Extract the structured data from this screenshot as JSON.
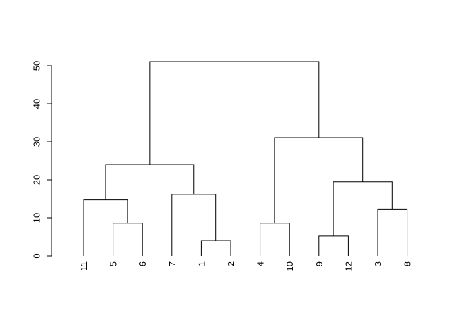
{
  "chart_data": {
    "type": "dendrogram",
    "title": "",
    "xlabel": "",
    "ylabel": "",
    "ylim": [
      0,
      50
    ],
    "y_ticks": [
      0,
      10,
      20,
      30,
      40,
      50
    ],
    "leaf_order": [
      "11",
      "5",
      "6",
      "7",
      "1",
      "2",
      "4",
      "10",
      "9",
      "12",
      "3",
      "8"
    ],
    "merges": [
      {
        "left": "1",
        "right": "2",
        "height": 4
      },
      {
        "left": "9",
        "right": "12",
        "height": 5.3
      },
      {
        "left": "5",
        "right": "6",
        "height": 8.6
      },
      {
        "left": "4",
        "right": "10",
        "height": 8.6
      },
      {
        "left": "3",
        "right": "8",
        "height": 12.3
      },
      {
        "left": "11",
        "right": "m3",
        "height": 14.8
      },
      {
        "left": "7",
        "right": "m1",
        "height": 16.2
      },
      {
        "left": "m2",
        "right": "m5",
        "height": 19.5
      },
      {
        "left": "m6",
        "right": "m7",
        "height": 24
      },
      {
        "left": "m4",
        "right": "m8",
        "height": 31.1
      },
      {
        "left": "m9",
        "right": "m10",
        "height": 51.1
      }
    ],
    "grid": false,
    "legend": "none"
  }
}
